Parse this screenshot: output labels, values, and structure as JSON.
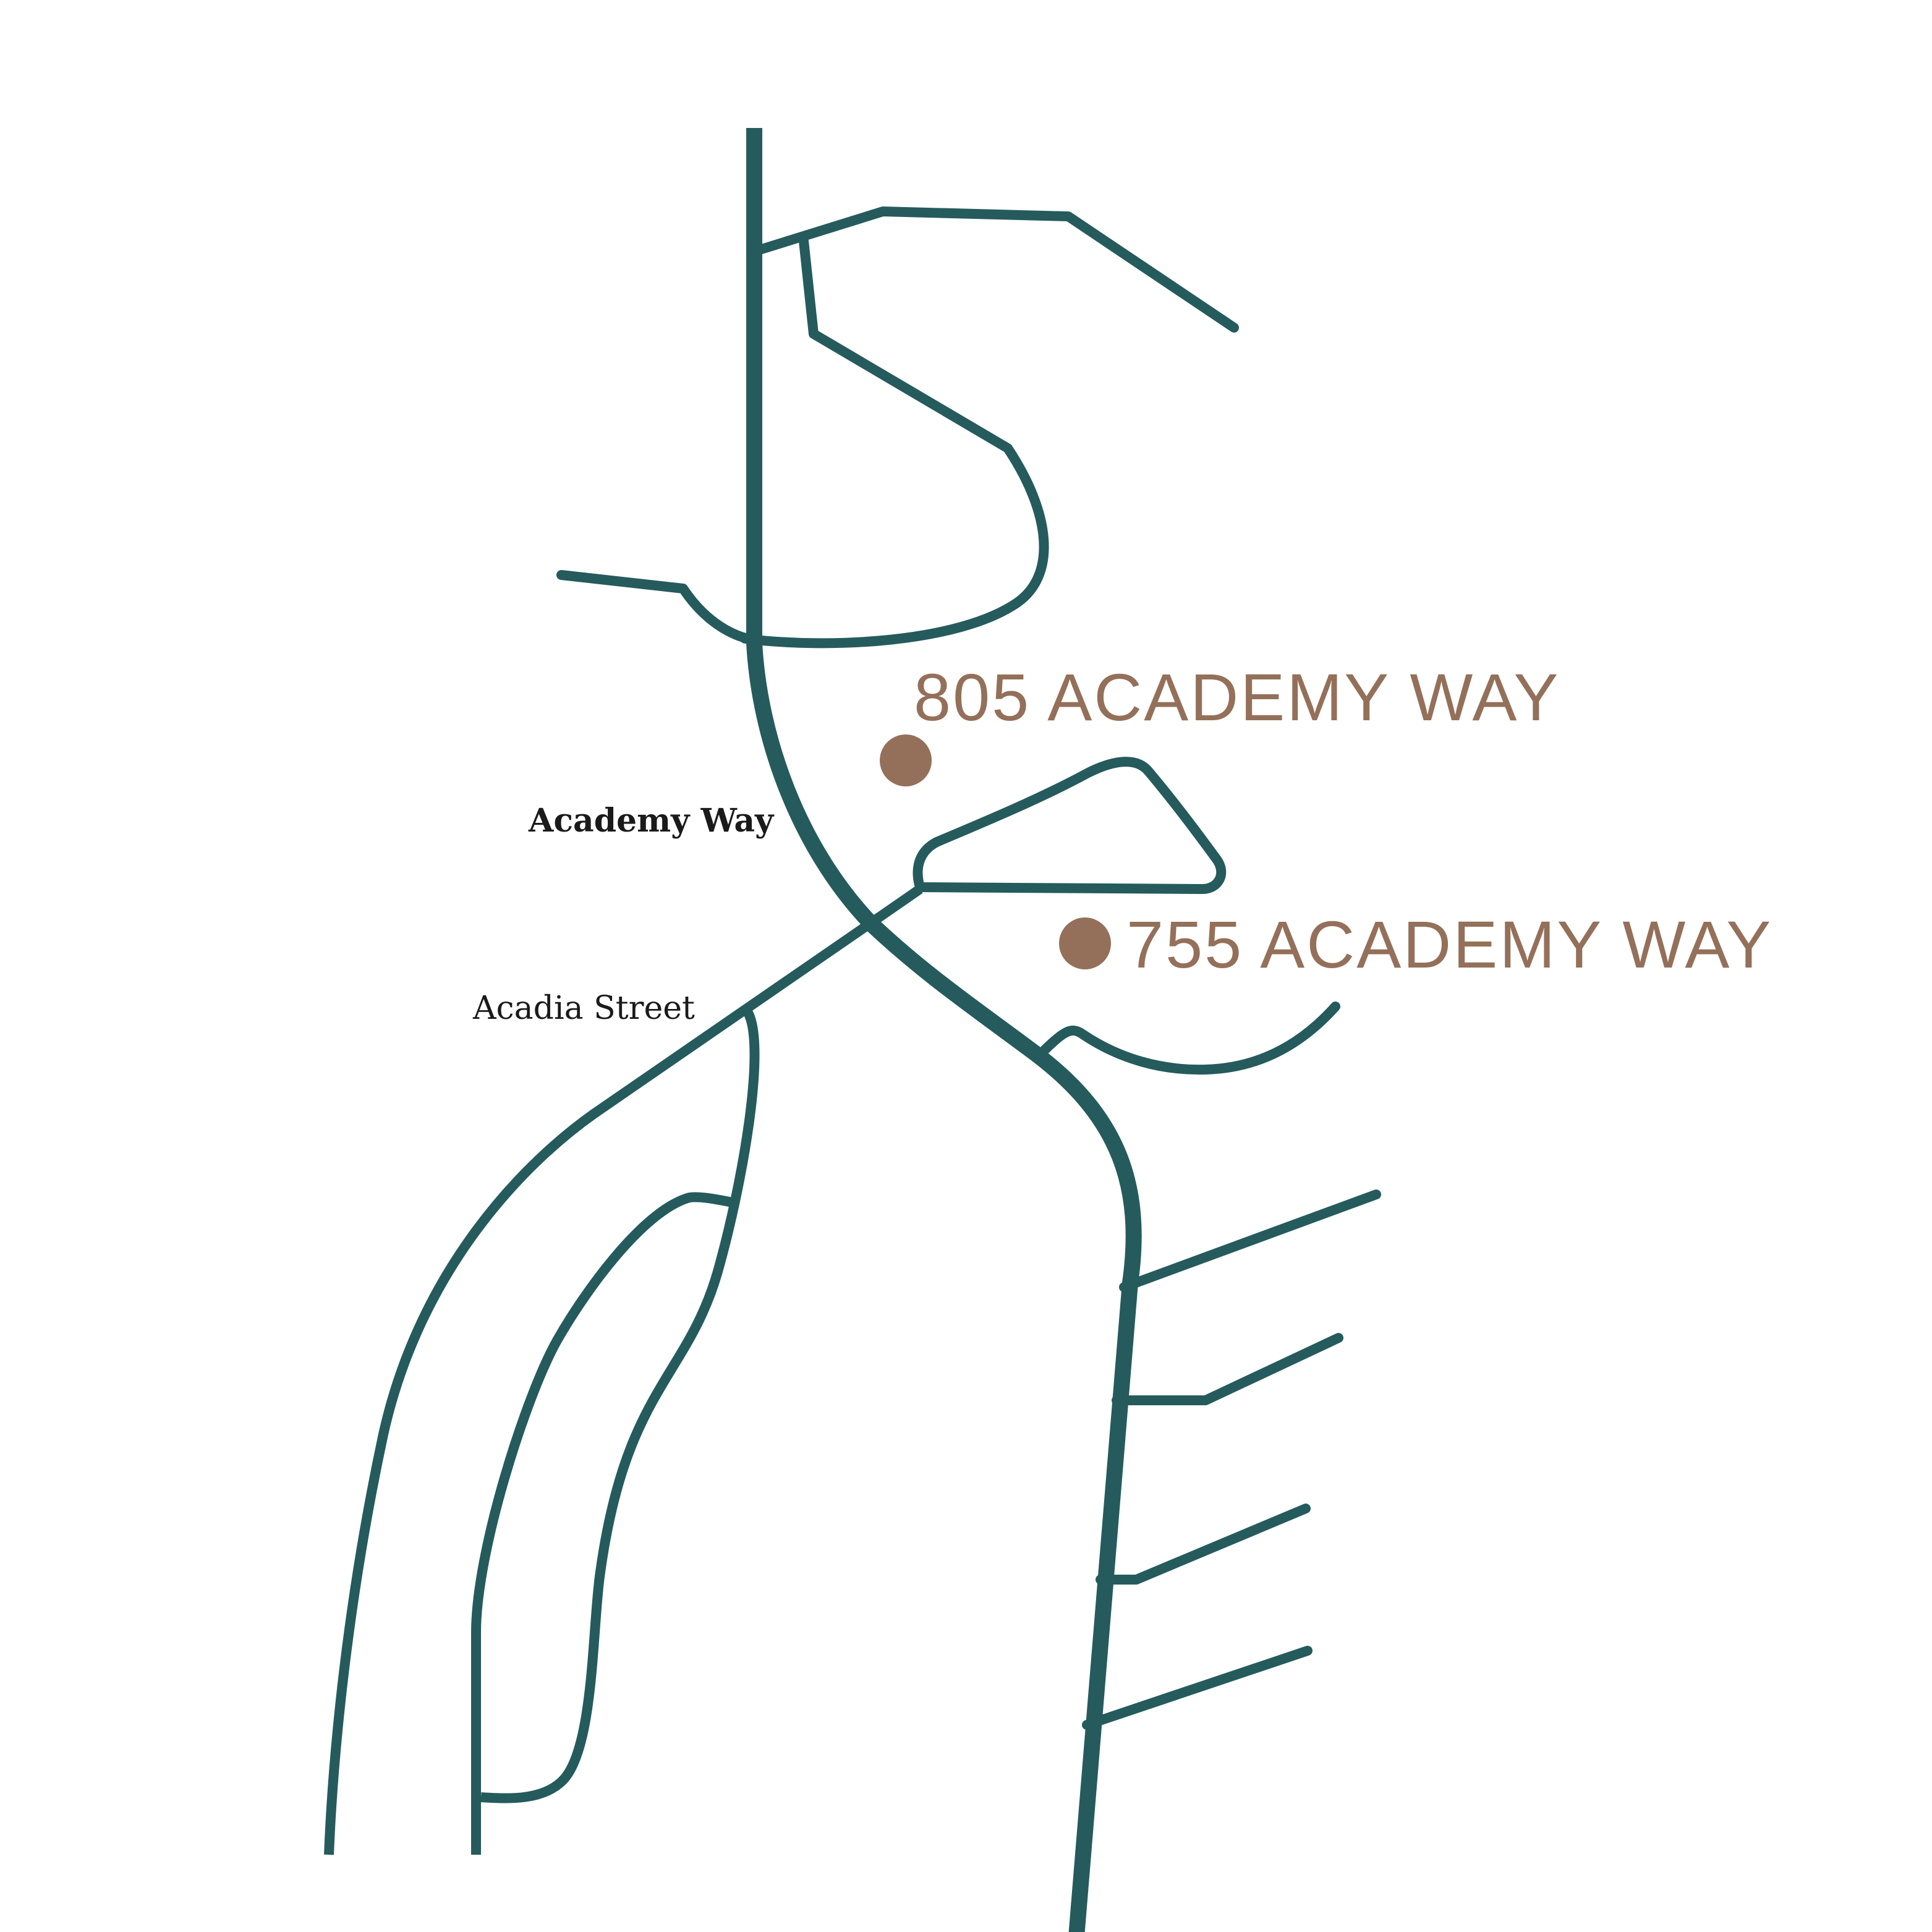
{
  "colors": {
    "road": "#255b5c",
    "marker": "#94705a",
    "street_label": "#1a1a1a",
    "background": "#ffffff"
  },
  "streets": {
    "academy_way": "Academy Way",
    "acadia_street": "Acadia Street"
  },
  "locations": [
    {
      "id": "805",
      "address": "805 ACADEMY WAY"
    },
    {
      "id": "755",
      "address": "755 ACADEMY WAY"
    }
  ]
}
